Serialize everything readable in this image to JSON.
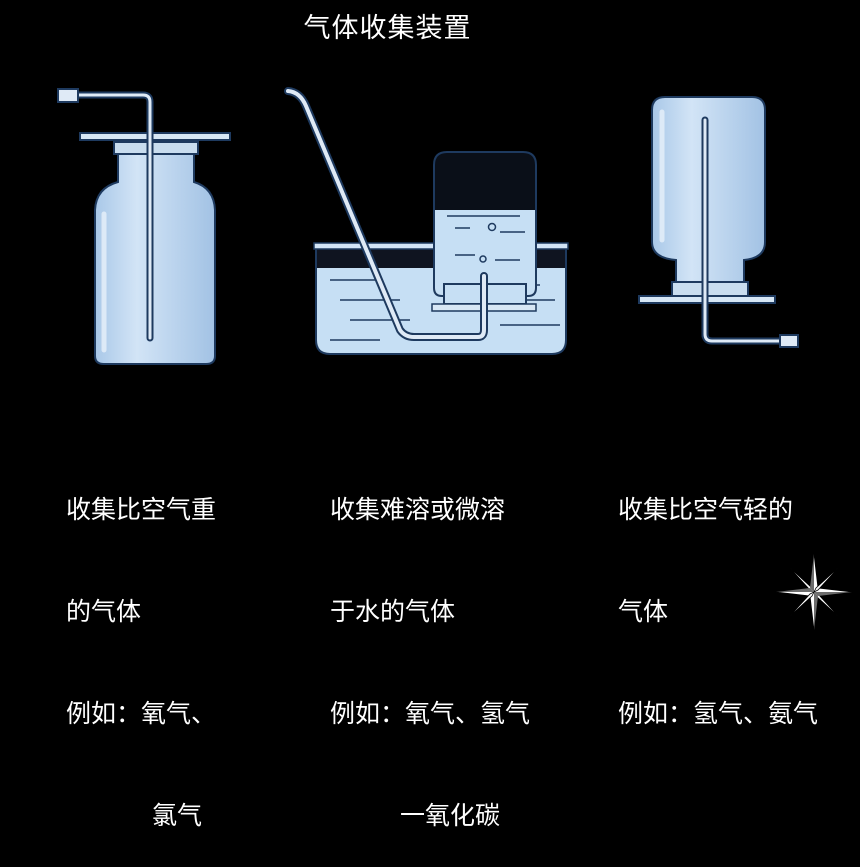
{
  "title": "气体收集装置",
  "colors": {
    "background": "#000000",
    "glass_fill": "#b9d4ee",
    "glass_outline": "#1e3a5f",
    "water_fill": "#c6dff4",
    "text": "#ffffff"
  },
  "apparatus": [
    {
      "name": "upward-displacement-bottle",
      "caption_lines": [
        "收集比空气重",
        "的气体",
        "例如：氧气、",
        "氯气"
      ]
    },
    {
      "name": "water-displacement-trough",
      "caption_lines": [
        "收集难溶或微溶",
        "于水的气体",
        "例如：氧气、氢气",
        "一氧化碳"
      ]
    },
    {
      "name": "downward-displacement-bottle",
      "caption_lines": [
        "收集比空气轻的",
        "气体",
        "例如：氢气、氨气"
      ]
    }
  ],
  "decoration": {
    "icon": "compass-star-icon"
  }
}
